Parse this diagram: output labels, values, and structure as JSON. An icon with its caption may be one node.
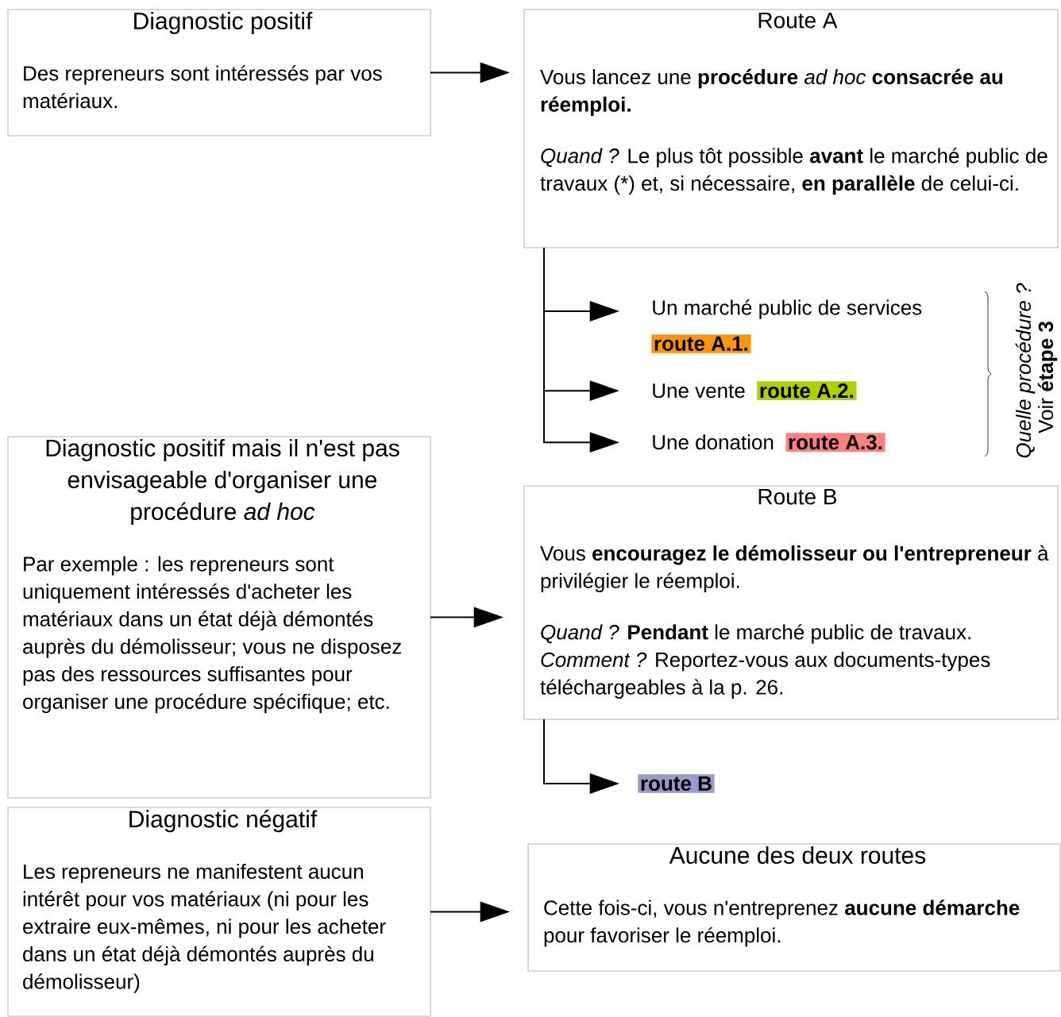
{
  "diagram": {
    "nodes": [
      {
        "text": [
          "Diagnostic positif",
          "Des repreneurs sont intéressés par vos matériaux."
        ]
      },
      {
        "text": [
          "Route A",
          "Vous lancez une **procédure** *ad hoc* **consacrée au réemploi.**",
          "*Quand ?* Le plus tôt possible **avant** le marché public de travaux (*) et, si nécessaire, **en parallèle** de celui-ci."
        ]
      },
      {
        "text": [
          "Un marché public de services",
          "route A.1."
        ]
      },
      {
        "text": [
          "Une vente",
          "route A.2."
        ]
      },
      {
        "text": [
          "Une donation",
          "route A.3."
        ]
      },
      {
        "text": [
          "Diagnostic positif mais il n'est pas envisageable d'organiser une procédure *ad hoc*",
          "Par exemple : les repreneurs sont uniquement intéressés d'acheter les matériaux dans un état déjà démontés auprès du démolisseur; vous ne disposez pas des ressources suffisantes pour organiser une procédure spécifique; etc."
        ]
      },
      {
        "text": [
          "Route B",
          "Vous **encouragez le démolisseur ou l'entrepreneur** à privilégier le réemploi.",
          "*Quand ?* **Pendant** le marché public de travaux. *Comment ?* Reportez-vous aux documents-types téléchargeables à la p. 26."
        ]
      },
      {
        "text": [
          "route B"
        ]
      },
      {
        "text": [
          "Diagnostic négatif",
          "Les repreneurs ne manifestent aucun intérêt pour vos matériaux (ni pour les extraire eux-mêmes, ni pour les acheter dans un état déjà démontés auprès du démolisseur)"
        ]
      },
      {
        "text": [
          "Aucune des deux routes",
          "Cette fois-ci, vous n'entreprenez **aucune démarche** pour favoriser le réemploi."
        ]
      }
    ],
    "edges": [
      {
        "from": 0,
        "to": 1,
        "arrow": "to"
      },
      {
        "from": 1,
        "to": 2,
        "arrow": "to"
      },
      {
        "from": 1,
        "to": 3,
        "arrow": "to"
      },
      {
        "from": 1,
        "to": 4,
        "arrow": "to"
      },
      {
        "from": 5,
        "to": 6,
        "arrow": "to"
      },
      {
        "from": 6,
        "to": 7,
        "arrow": "to"
      },
      {
        "from": 8,
        "to": 9,
        "arrow": "to"
      }
    ],
    "labels": [
      "Quelle procédure ?",
      "Voir **étape 3**"
    ]
  }
}
